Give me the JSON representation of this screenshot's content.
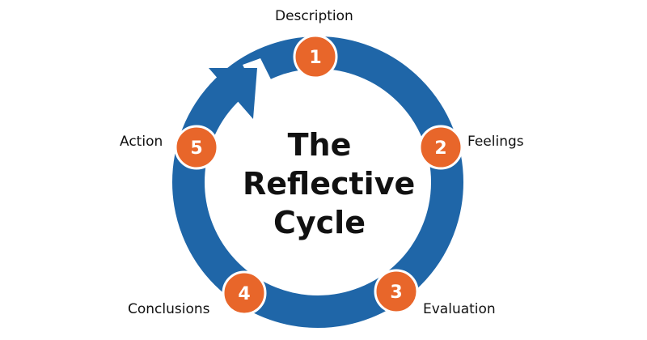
{
  "title": {
    "line1": "The",
    "line2": "Reflective",
    "line3": "Cycle"
  },
  "stages": [
    {
      "number": "1",
      "label": "Description"
    },
    {
      "number": "2",
      "label": "Feelings"
    },
    {
      "number": "3",
      "label": "Evaluation"
    },
    {
      "number": "4",
      "label": "Conclusions"
    },
    {
      "number": "5",
      "label": "Action"
    }
  ],
  "colors": {
    "ring": "#1f66a8",
    "badge": "#e8662a",
    "badge_border": "#ffffff",
    "badge_text": "#ffffff",
    "text": "#111111"
  }
}
